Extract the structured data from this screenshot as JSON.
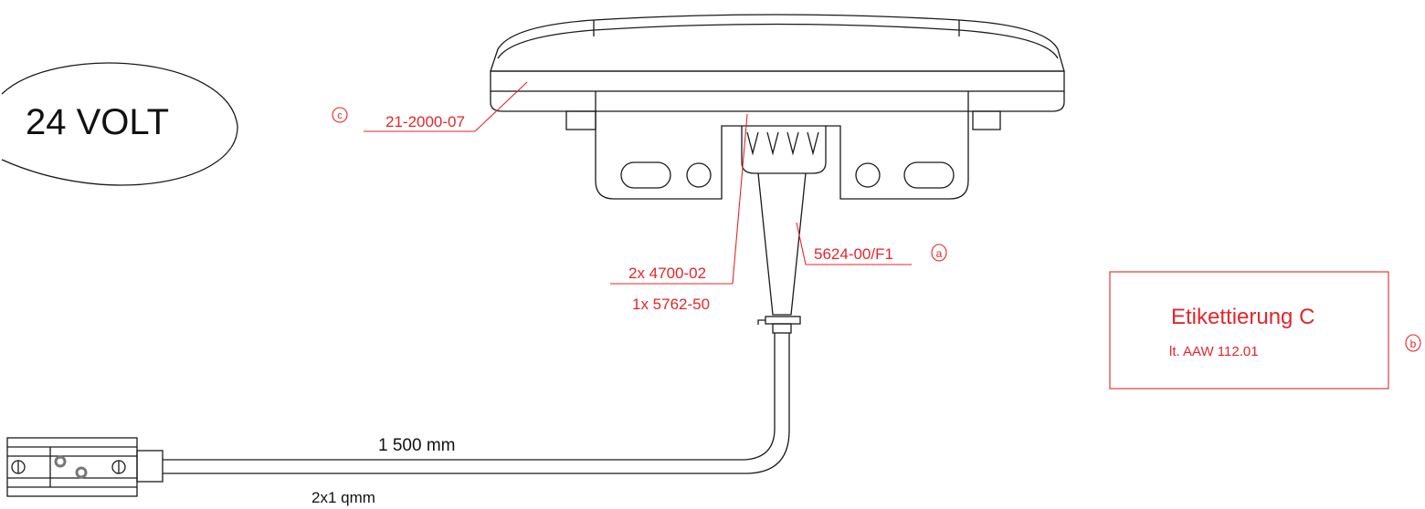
{
  "voltage_label": "24 VOLT",
  "parts": {
    "housing": "21-2000-07",
    "contacts_line1": "2x 4700-02",
    "contacts_line2": "1x 5762-50",
    "grommet": "5624-00/F1"
  },
  "markers": {
    "a": "a",
    "b": "b",
    "c": "c"
  },
  "label_box": {
    "title": "Etikettierung C",
    "subtitle": "lt. AAW  112.01"
  },
  "cable": {
    "length": "1 500 mm",
    "cross_section": "2x1 qmm"
  },
  "colors": {
    "annotation": "#e3262b",
    "drawing": "#1a1a1a"
  }
}
